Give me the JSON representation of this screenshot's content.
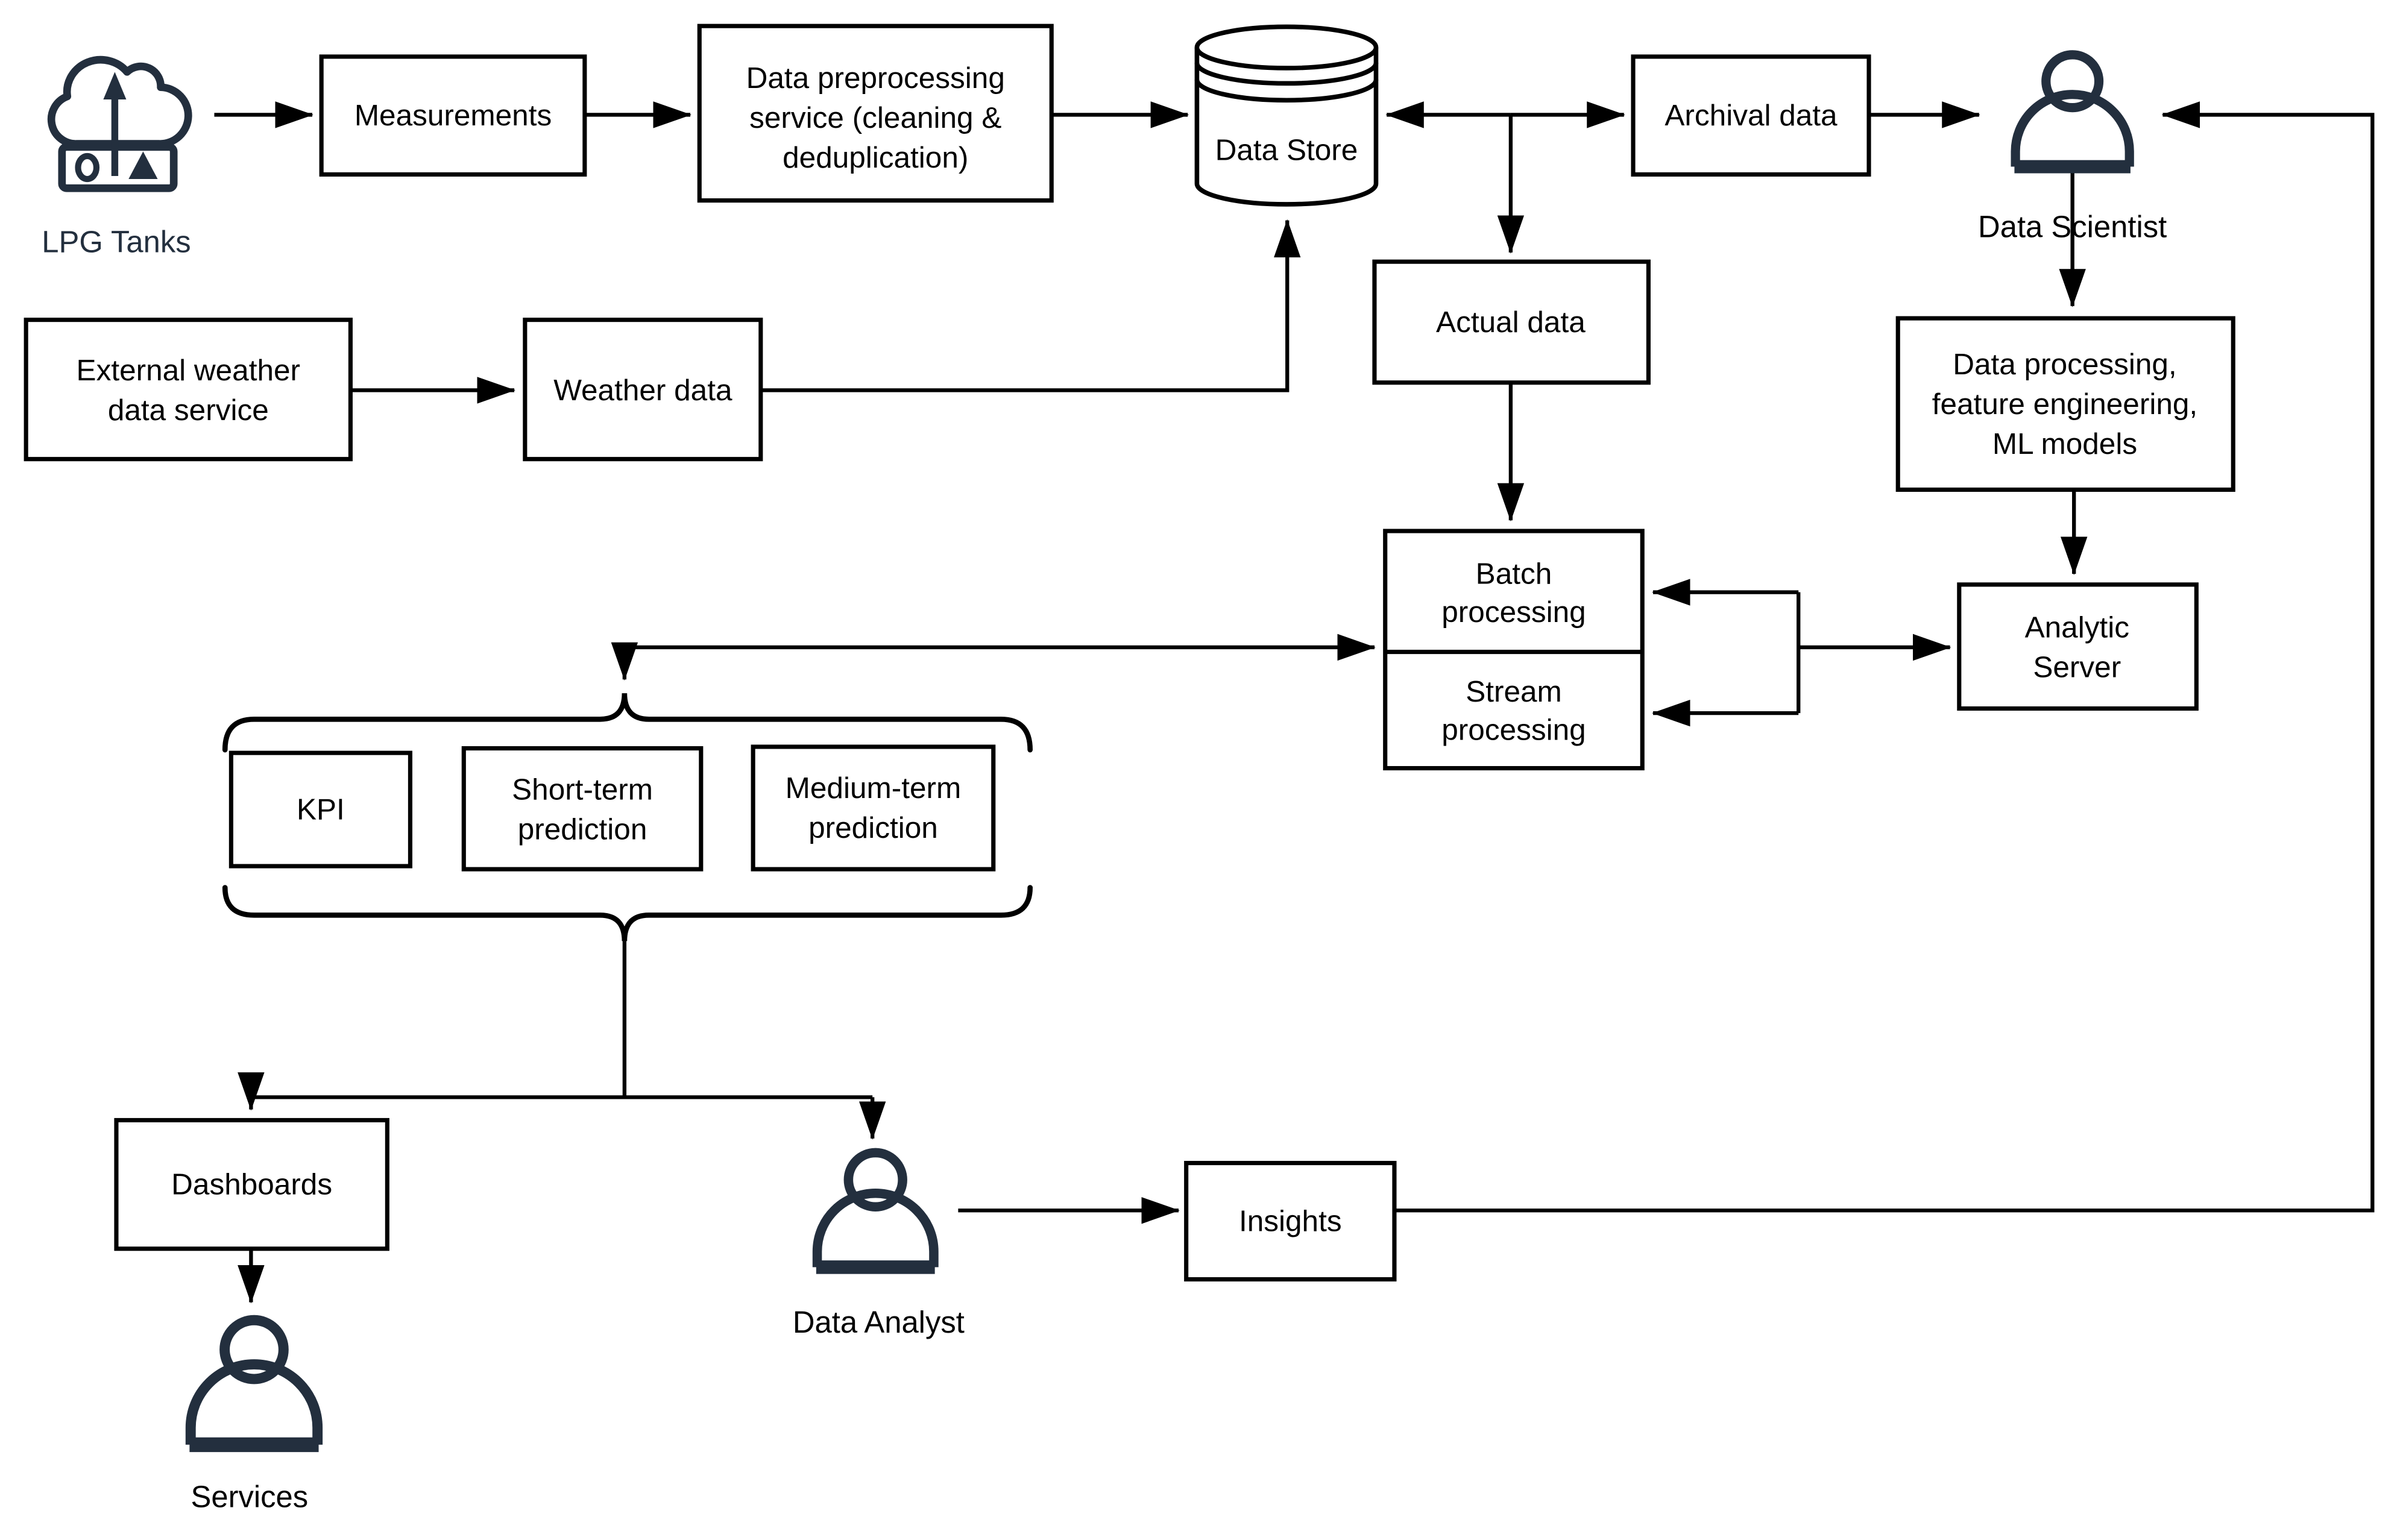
{
  "diagram": {
    "type": "flowchart",
    "background": "#ffffff",
    "colors": {
      "line": "#000000",
      "text": "#000000",
      "icon_accent": "#232f3e",
      "node_fill": "#ffffff"
    },
    "icons": {
      "lpg_tanks": "cloud-upload-device-icon",
      "data_store": "database-cylinder-icon",
      "data_scientist": "person-icon",
      "data_analyst": "person-icon",
      "services": "person-icon"
    },
    "nodes": {
      "lpg_tanks": {
        "label": "LPG Tanks"
      },
      "measurements": {
        "label": "Measurements"
      },
      "preprocessing": {
        "lines": [
          "Data preprocessing",
          "service (cleaning &",
          "deduplication)"
        ]
      },
      "data_store": {
        "label": "Data Store"
      },
      "archival_data": {
        "label": "Archival data"
      },
      "data_scientist": {
        "label": "Data Scientist"
      },
      "external_weather": {
        "lines": [
          "External weather",
          "data service"
        ]
      },
      "weather_data": {
        "label": "Weather data"
      },
      "actual_data": {
        "label": "Actual data"
      },
      "batch_processing": {
        "lines": [
          "Batch",
          "processing"
        ]
      },
      "stream_processing": {
        "lines": [
          "Stream",
          "processing"
        ]
      },
      "data_processing_ml": {
        "lines": [
          "Data processing,",
          "feature engineering,",
          "ML models"
        ]
      },
      "analytic_server": {
        "lines": [
          "Analytic",
          "Server"
        ]
      },
      "kpi": {
        "label": "KPI"
      },
      "short_term_prediction": {
        "lines": [
          "Short-term",
          "prediction"
        ]
      },
      "medium_term_prediction": {
        "lines": [
          "Medium-term",
          "prediction"
        ]
      },
      "dashboards": {
        "label": "Dashboards"
      },
      "data_analyst": {
        "label": "Data Analyst"
      },
      "insights": {
        "label": "Insights"
      },
      "services": {
        "label": "Services"
      }
    }
  }
}
